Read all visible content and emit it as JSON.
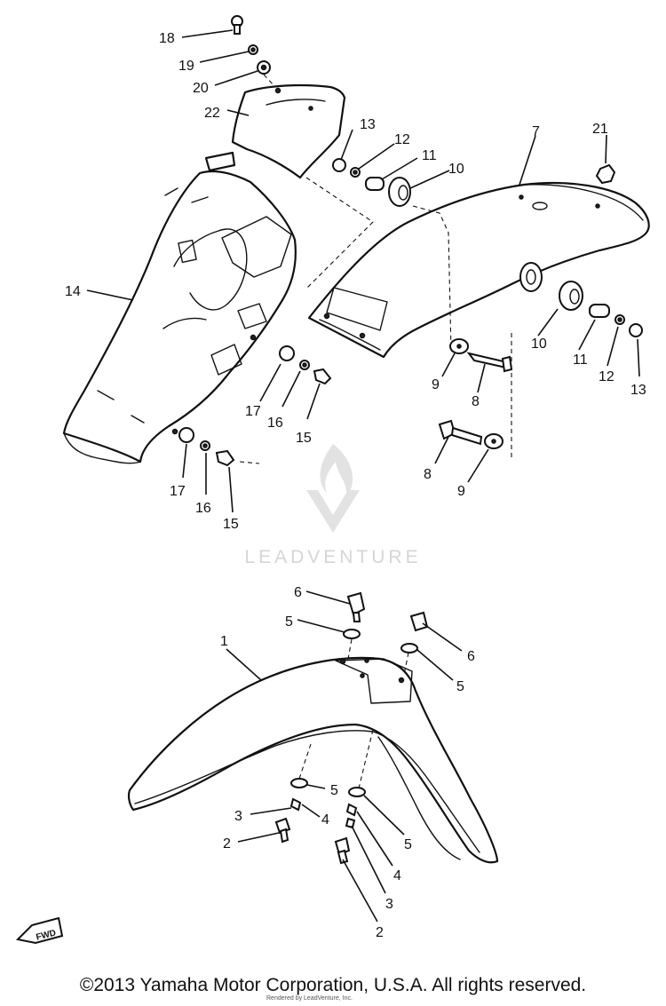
{
  "watermark": {
    "text": "LEADVENTURE"
  },
  "diagram": {
    "fwd_label": "FWD",
    "callouts": [
      {
        "id": "c1",
        "part": "front-fender",
        "label": "1"
      },
      {
        "id": "c2a",
        "part": "bolt",
        "label": "2"
      },
      {
        "id": "c2b",
        "part": "bolt",
        "label": "2"
      },
      {
        "id": "c3a",
        "part": "spring-washer",
        "label": "3"
      },
      {
        "id": "c3b",
        "part": "spring-washer",
        "label": "3"
      },
      {
        "id": "c4a",
        "part": "washer",
        "label": "4"
      },
      {
        "id": "c4b",
        "part": "washer",
        "label": "4"
      },
      {
        "id": "c5a",
        "part": "nut",
        "label": "5"
      },
      {
        "id": "c5b",
        "part": "nut",
        "label": "5"
      },
      {
        "id": "c5c",
        "part": "nut",
        "label": "5"
      },
      {
        "id": "c5d",
        "part": "nut",
        "label": "5"
      },
      {
        "id": "c6a",
        "part": "bolt",
        "label": "6"
      },
      {
        "id": "c6b",
        "part": "bolt",
        "label": "6"
      },
      {
        "id": "c7",
        "part": "rear-fender",
        "label": "7"
      },
      {
        "id": "c8a",
        "part": "bolt",
        "label": "8"
      },
      {
        "id": "c8b",
        "part": "bolt",
        "label": "8"
      },
      {
        "id": "c9a",
        "part": "washer",
        "label": "9"
      },
      {
        "id": "c9b",
        "part": "washer",
        "label": "9"
      },
      {
        "id": "c10a",
        "part": "grommet",
        "label": "10"
      },
      {
        "id": "c10b",
        "part": "grommet",
        "label": "10"
      },
      {
        "id": "c11a",
        "part": "collar",
        "label": "11"
      },
      {
        "id": "c11b",
        "part": "collar",
        "label": "11"
      },
      {
        "id": "c12a",
        "part": "washer",
        "label": "12"
      },
      {
        "id": "c12b",
        "part": "washer",
        "label": "12"
      },
      {
        "id": "c13a",
        "part": "nut",
        "label": "13"
      },
      {
        "id": "c13b",
        "part": "nut",
        "label": "13"
      },
      {
        "id": "c14",
        "part": "inner-fender",
        "label": "14"
      },
      {
        "id": "c15a",
        "part": "screw",
        "label": "15"
      },
      {
        "id": "c15b",
        "part": "screw",
        "label": "15"
      },
      {
        "id": "c16a",
        "part": "washer",
        "label": "16"
      },
      {
        "id": "c16b",
        "part": "washer",
        "label": "16"
      },
      {
        "id": "c17a",
        "part": "washer",
        "label": "17"
      },
      {
        "id": "c17b",
        "part": "washer",
        "label": "17"
      },
      {
        "id": "c18",
        "part": "bolt",
        "label": "18"
      },
      {
        "id": "c19",
        "part": "washer",
        "label": "19"
      },
      {
        "id": "c20",
        "part": "washer",
        "label": "20"
      },
      {
        "id": "c21",
        "part": "plug",
        "label": "21"
      },
      {
        "id": "c22",
        "part": "flap",
        "label": "22"
      }
    ]
  },
  "footer": {
    "copyright": "©2013 Yamaha Motor Corporation, U.S.A. All rights reserved.",
    "rendered_by": "Rendered by LeadVenture, Inc."
  }
}
